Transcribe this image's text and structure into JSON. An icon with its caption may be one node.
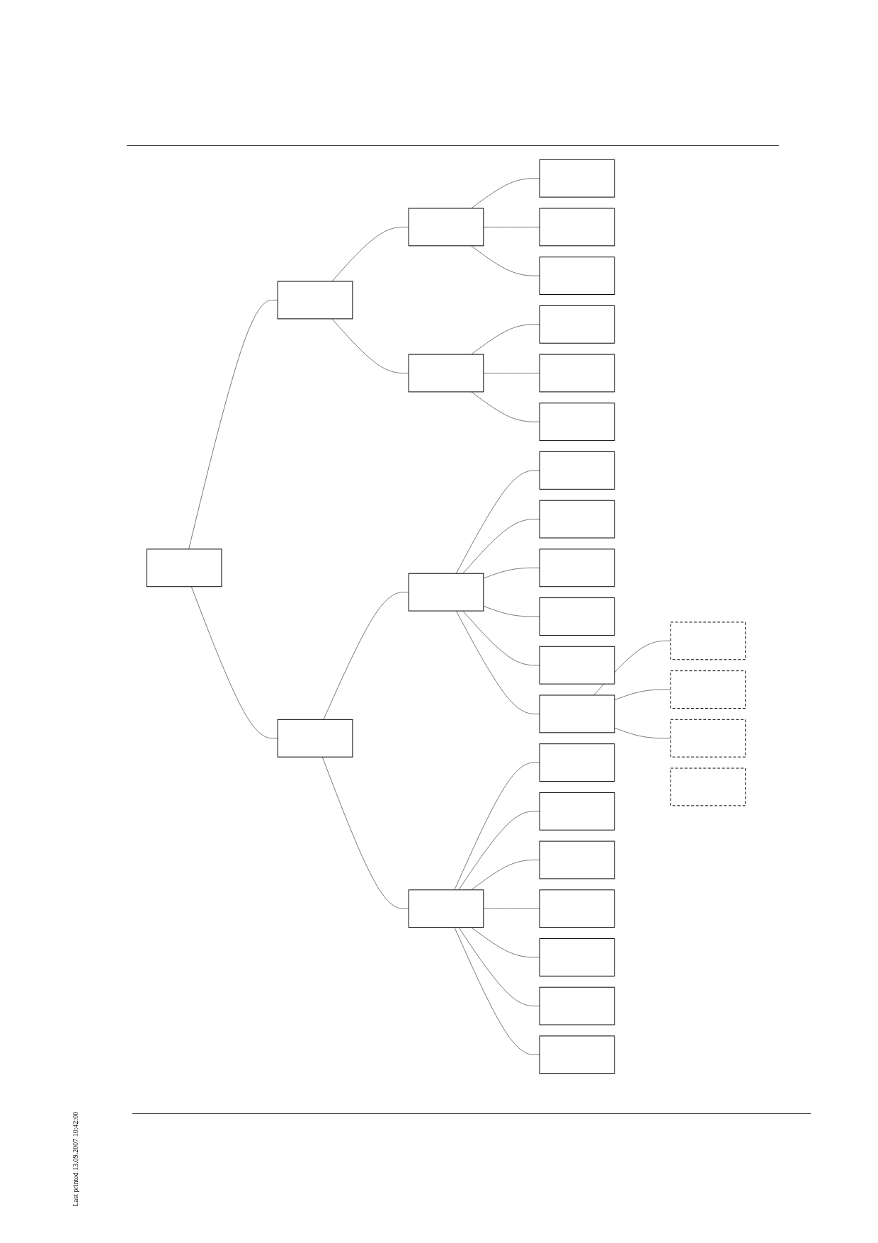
{
  "diagram": {
    "nodes": [
      {
        "text": [],
        "shape": "box"
      },
      {
        "text": [],
        "shape": "box"
      },
      {
        "text": [],
        "shape": "box"
      },
      {
        "text": [],
        "shape": "box"
      },
      {
        "text": [],
        "shape": "box"
      },
      {
        "text": [],
        "shape": "box"
      },
      {
        "text": [],
        "shape": "box"
      },
      {
        "text": [],
        "shape": "box"
      },
      {
        "text": [],
        "shape": "box"
      },
      {
        "text": [],
        "shape": "box"
      },
      {
        "text": [],
        "shape": "box"
      },
      {
        "text": [],
        "shape": "box"
      },
      {
        "text": [],
        "shape": "box"
      },
      {
        "text": [],
        "shape": "box"
      },
      {
        "text": [],
        "shape": "box"
      },
      {
        "text": [],
        "shape": "box"
      },
      {
        "text": [],
        "shape": "box"
      },
      {
        "text": [],
        "shape": "box"
      },
      {
        "text": [],
        "shape": "box"
      },
      {
        "text": [],
        "shape": "box"
      },
      {
        "text": [],
        "shape": "box"
      },
      {
        "text": [],
        "shape": "box"
      },
      {
        "text": [],
        "shape": "box"
      },
      {
        "text": [],
        "shape": "box"
      },
      {
        "text": [],
        "shape": "box"
      },
      {
        "text": [],
        "shape": "box"
      },
      {
        "text": [],
        "shape": "box"
      },
      {
        "text": [],
        "shape": "box"
      },
      {
        "text": [],
        "shape": "box"
      },
      {
        "text": [],
        "shape": "box"
      }
    ],
    "edges": [
      {
        "from": 0,
        "to": 1,
        "arrow": "none"
      },
      {
        "from": 0,
        "to": 2,
        "arrow": "none"
      },
      {
        "from": 1,
        "to": 3,
        "arrow": "none"
      },
      {
        "from": 1,
        "to": 7,
        "arrow": "none"
      },
      {
        "from": 2,
        "to": 11,
        "arrow": "none"
      },
      {
        "from": 2,
        "to": 21,
        "arrow": "none"
      },
      {
        "from": 3,
        "to": 4,
        "arrow": "none"
      },
      {
        "from": 3,
        "to": 5,
        "arrow": "none"
      },
      {
        "from": 3,
        "to": 6,
        "arrow": "none"
      },
      {
        "from": 7,
        "to": 8,
        "arrow": "none"
      },
      {
        "from": 7,
        "to": 9,
        "arrow": "none"
      },
      {
        "from": 7,
        "to": 10,
        "arrow": "none"
      },
      {
        "from": 11,
        "to": 12,
        "arrow": "none"
      },
      {
        "from": 11,
        "to": 13,
        "arrow": "none"
      },
      {
        "from": 11,
        "to": 14,
        "arrow": "none"
      },
      {
        "from": 11,
        "to": 15,
        "arrow": "none"
      },
      {
        "from": 11,
        "to": 16,
        "arrow": "none"
      },
      {
        "from": 11,
        "to": 17,
        "arrow": "none"
      },
      {
        "from": 17,
        "to": 18,
        "arrow": "none"
      },
      {
        "from": 17,
        "to": 19,
        "arrow": "none"
      },
      {
        "from": 17,
        "to": 20,
        "arrow": "none"
      },
      {
        "from": 21,
        "to": 22,
        "arrow": "none"
      },
      {
        "from": 21,
        "to": 23,
        "arrow": "none"
      },
      {
        "from": 21,
        "to": 24,
        "arrow": "none"
      },
      {
        "from": 21,
        "to": 25,
        "arrow": "none"
      },
      {
        "from": 21,
        "to": 26,
        "arrow": "none"
      },
      {
        "from": 21,
        "to": 27,
        "arrow": "none"
      },
      {
        "from": 21,
        "to": 28,
        "arrow": "none"
      }
    ],
    "labels": [
      "Last printed 13.09.2007 10:42:00"
    ]
  }
}
